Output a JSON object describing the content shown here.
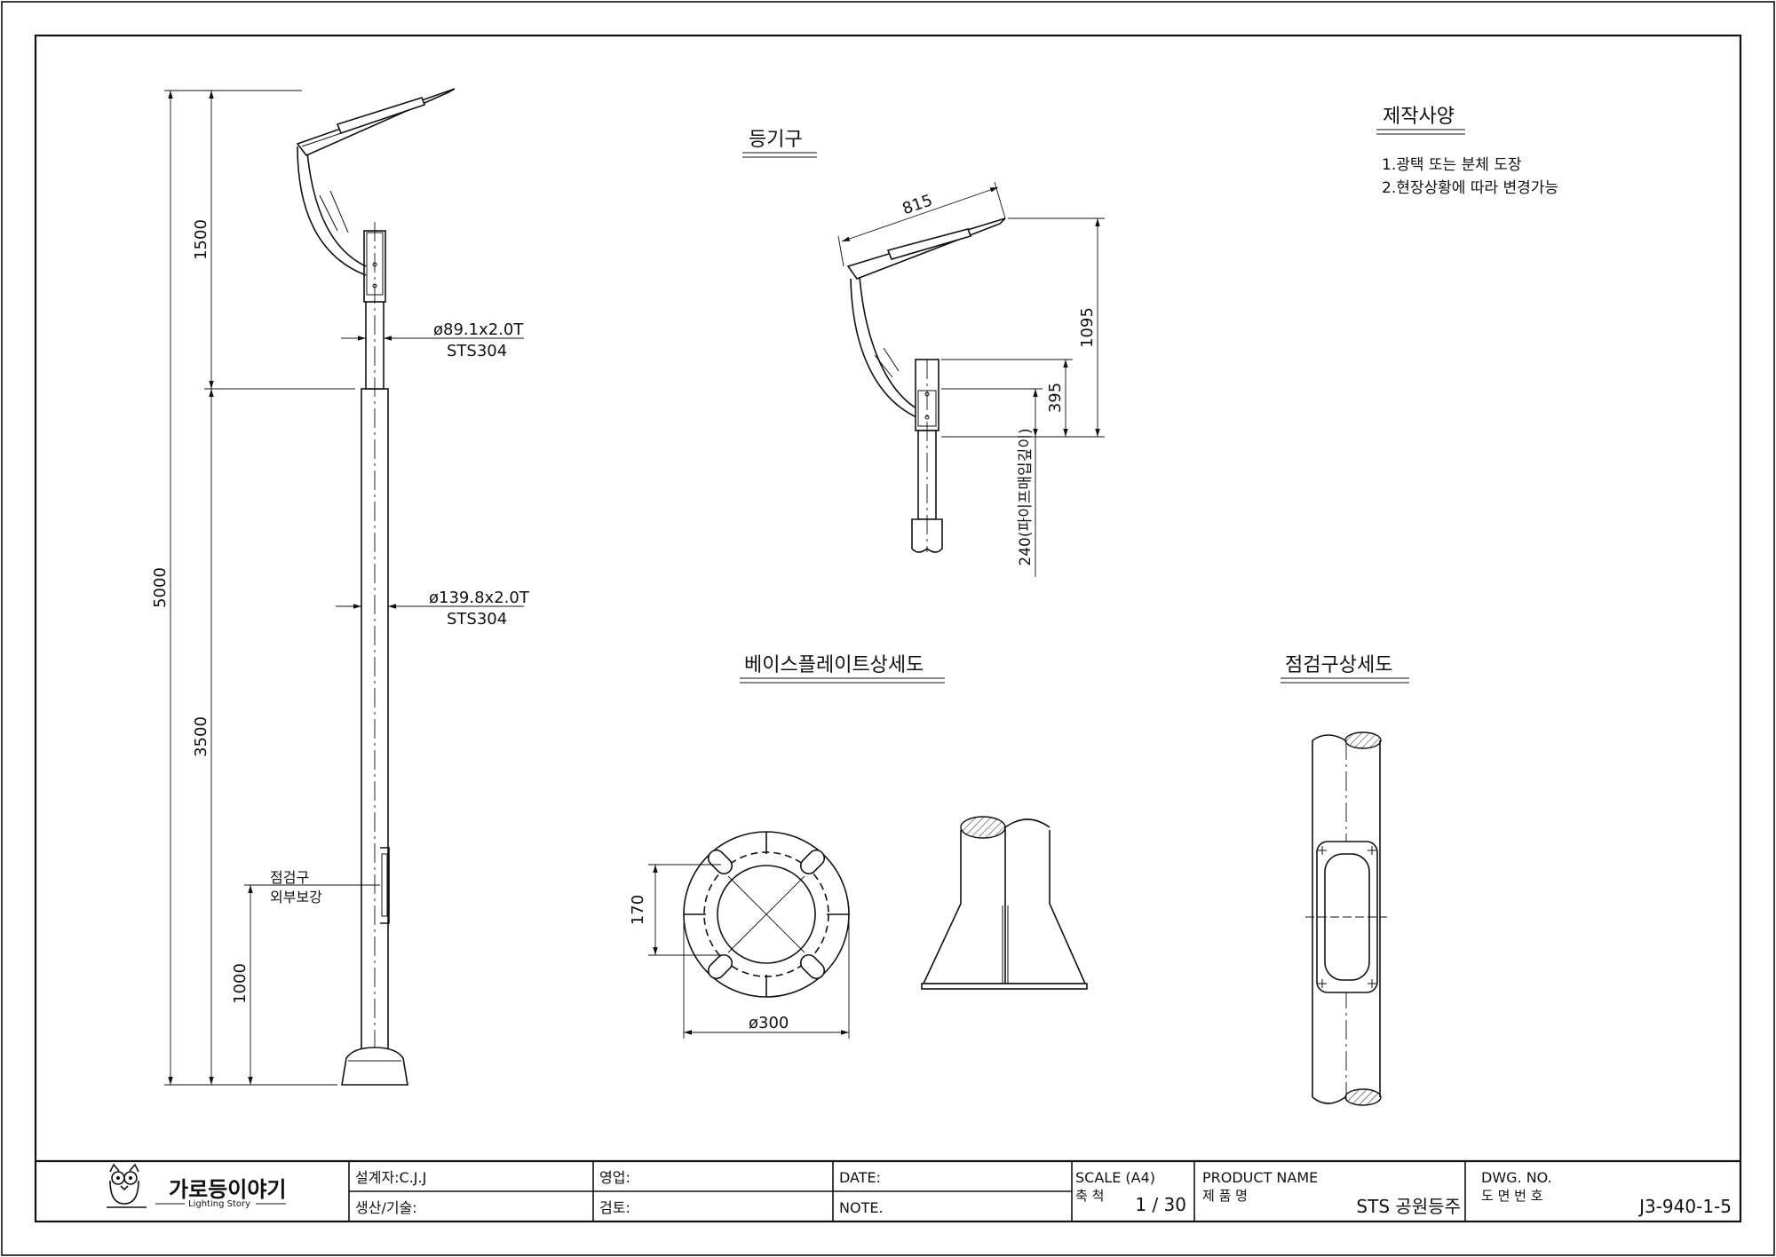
{
  "views": {
    "luminaire_title": "등기구",
    "baseplate_title": "베이스플레이트상세도",
    "inspection_title": "점검구상세도"
  },
  "specs": {
    "title": "제작사양",
    "items": [
      "1.광택 또는 분체 도장",
      "2.현장상황에 따라 변경가능"
    ]
  },
  "pole_dims": {
    "total_height": "5000",
    "upper_height": "1500",
    "lower_height": "3500",
    "inspection_height": "1000",
    "upper_pipe_dia": "ø89.1x2.0T",
    "upper_pipe_mat": "STS304",
    "lower_pipe_dia": "ø139.8x2.0T",
    "lower_pipe_mat": "STS304",
    "inspection_label_1": "점검구",
    "inspection_label_2": "외부보강"
  },
  "luminaire_dims": {
    "length": "815",
    "height": "1095",
    "bracket": "395",
    "insert_depth": "240(파이프매입깊이)"
  },
  "baseplate_dims": {
    "hole_spacing": "170",
    "diameter": "ø300"
  },
  "title_block": {
    "company": "가로등이야기",
    "company_sub": "Lighting Story",
    "designer": "설계자:C.J.J",
    "production": "생산/기술:",
    "sales": "영업:",
    "review": "검토:",
    "date": "DATE:",
    "note": "NOTE.",
    "scale_label": "SCALE (A4)",
    "scale_kr": "축 척",
    "scale_value": "1 / 30",
    "product_label": "PRODUCT NAME",
    "product_kr": "제 품 명",
    "product_value": "STS 공원등주",
    "dwg_label": "DWG. NO.",
    "dwg_kr": "도 면 번 호",
    "dwg_value": "J3-940-1-5"
  }
}
